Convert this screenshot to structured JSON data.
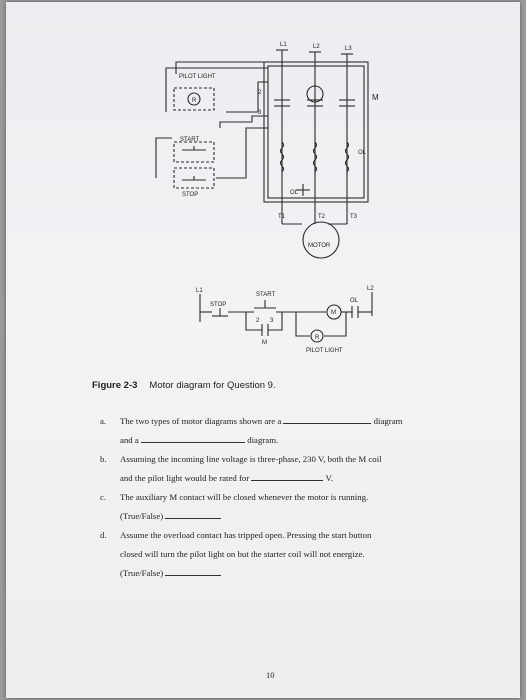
{
  "ladder_top": {
    "lines": [
      "L1",
      "L2",
      "L3"
    ],
    "pilot_light": "PILOT LIGHT",
    "pilot_lamp": "R",
    "start": "START",
    "stop": "STOP",
    "contactor": "M",
    "overload": "OL",
    "overload_right": "OL",
    "terminal_2": "2",
    "terminal_3": "3",
    "terminals": [
      "T1",
      "T2",
      "T3"
    ],
    "motor": "MOTOR"
  },
  "ladder_bottom": {
    "l1": "L1",
    "l2": "L2",
    "start": "START",
    "stop": "STOP",
    "coil": "M",
    "overload": "OL",
    "aux_2": "2",
    "aux_3": "3",
    "aux_m": "M",
    "lamp": "R",
    "pilot_light": "PILOT LIGHT"
  },
  "figure": {
    "number": "Figure 2-3",
    "caption": "Motor diagram for Question 9."
  },
  "questions": [
    {
      "letter": "a.",
      "line1": "The two types of motor diagrams shown are a",
      "line1_end": "diagram",
      "line2": "and a",
      "line2_end": "diagram."
    },
    {
      "letter": "b.",
      "line1": "Assuming the incoming line voltage is three-phase, 230 V, both the M coil",
      "line2": "and the pilot light would be rated for",
      "line2_end": "V."
    },
    {
      "letter": "c.",
      "line1": "The auxiliary M contact will be closed whenever the motor is running.",
      "line2": "(True/False)"
    },
    {
      "letter": "d.",
      "line1": "Assume the overload contact has tripped open. Pressing the start button",
      "line2": "closed will turn the pilot light on but the starter coil will not energize.",
      "line3": "(True/False)"
    }
  ],
  "page_number": "10"
}
